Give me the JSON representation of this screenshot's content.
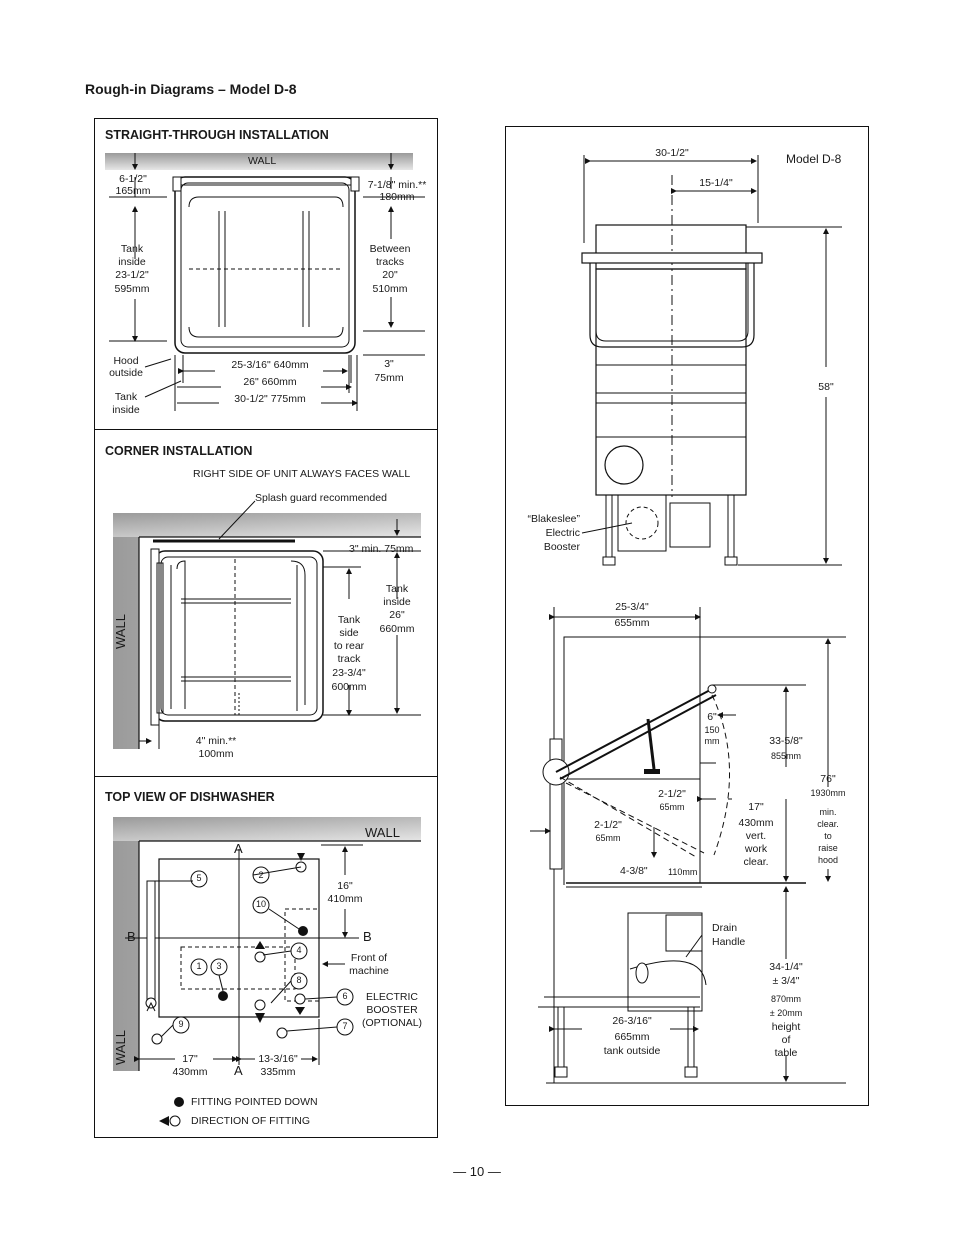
{
  "page_title": "Rough-in Diagrams – Model D-8",
  "page_number": "— 10 —",
  "straight_through": {
    "title": "STRAIGHT-THROUGH INSTALLATION",
    "wall": "WALL",
    "left_top_in": "6-1/2\"",
    "left_top_mm": "165mm",
    "right_top_in": "7-1/8\"  min.**",
    "right_top_mm": "180mm",
    "tank_inside_1": "Tank",
    "tank_inside_2": "inside",
    "tank_inside_3": "23-1/2\"",
    "tank_inside_4": "595mm",
    "between_1": "Between",
    "between_2": "tracks",
    "between_3": "20\"",
    "between_4": "510mm",
    "hood_1": "Hood",
    "hood_2": "outside",
    "tank_b_1": "Tank",
    "tank_b_2": "inside",
    "dim_1": "25-3/16\"     640mm",
    "dim_2": "26\"     660mm",
    "dim_3": "30-1/2\"     775mm",
    "three_in": "3\"",
    "three_mm": "75mm"
  },
  "corner": {
    "title": "CORNER INSTALLATION",
    "note": "RIGHT SIDE OF UNIT ALWAYS FACES WALL",
    "splash": "Splash guard recommended",
    "three_min": "3\"  min.     75mm",
    "tank_side_1": "Tank",
    "tank_side_2": "side",
    "tank_side_3": "to rear",
    "tank_side_4": "track",
    "tank_side_5": "23-3/4\"",
    "tank_side_6": "600mm",
    "tank_in_1": "Tank",
    "tank_in_2": "inside",
    "tank_in_3": "26\"",
    "tank_in_4": "660mm",
    "wall": "WALL",
    "four_min": "4\"  min.**",
    "four_mm": "100mm"
  },
  "top_view": {
    "title": "TOP VIEW OF DISHWASHER",
    "wall_top": "WALL",
    "wall_side": "WALL",
    "a_top": "A",
    "a_bottom": "A",
    "b_left": "B",
    "b_right": "B",
    "sixteen_in": "16\"",
    "sixteen_mm": "410mm",
    "front_1": "Front of",
    "front_2": "machine",
    "booster_1": "ELECTRIC",
    "booster_2": "BOOSTER",
    "booster_3": "(OPTIONAL)",
    "seventeen_in": "17\"",
    "seventeen_mm": "430mm",
    "thirteen_in": "13-3/16\"",
    "thirteen_mm": "335mm",
    "n1": "1",
    "n2": "2",
    "n3": "3",
    "n4": "4",
    "n5": "5",
    "n6": "6",
    "n7": "7",
    "n8": "8",
    "n9": "9",
    "n10": "10",
    "legend_down": "FITTING POINTED DOWN",
    "legend_dir": "DIRECTION OF FITTING"
  },
  "front_view": {
    "model": "Model D-8",
    "w_total": "30-1/2\"",
    "w_half": "15-1/4\"",
    "height": "58\"",
    "blakeslee_1": "“Blakeslee”",
    "blakeslee_2": "Electric",
    "blakeslee_3": "Booster"
  },
  "side_view": {
    "top_in": "25-3/4\"",
    "top_mm": "655mm",
    "six_in": "6\"",
    "six_mm_1": "150",
    "six_mm_2": "mm",
    "h33_in": "33-5/8\"",
    "h33_mm": "855mm",
    "h76_in": "76\"",
    "h76_mm": "1930mm",
    "clear_1": "min.",
    "clear_2": "clear.",
    "clear_3": "to",
    "clear_4": "raise",
    "clear_5": "hood",
    "d212_in": "2-1/2\"",
    "d212_mm": "65mm",
    "l212_in": "2-1/2\"",
    "l212_mm": "65mm",
    "v17_in": "17\"",
    "v17_mm": "430mm",
    "v17_3": "vert.",
    "v17_4": "work",
    "v17_5": "clear.",
    "d438_in": "4-3/8\"",
    "d438_mm": "110mm",
    "drain_1": "Drain",
    "drain_2": "Handle",
    "h34_in": "34-1/4\"",
    "h34_tol": "± 3/4\"",
    "h34_mm": "870mm",
    "h34_tol_mm": "± 20mm",
    "h34_3": "height",
    "h34_4": "of",
    "h34_5": "table",
    "bottom_in": "26-3/16\"",
    "bottom_mm": "665mm",
    "bottom_3": "tank outside"
  }
}
